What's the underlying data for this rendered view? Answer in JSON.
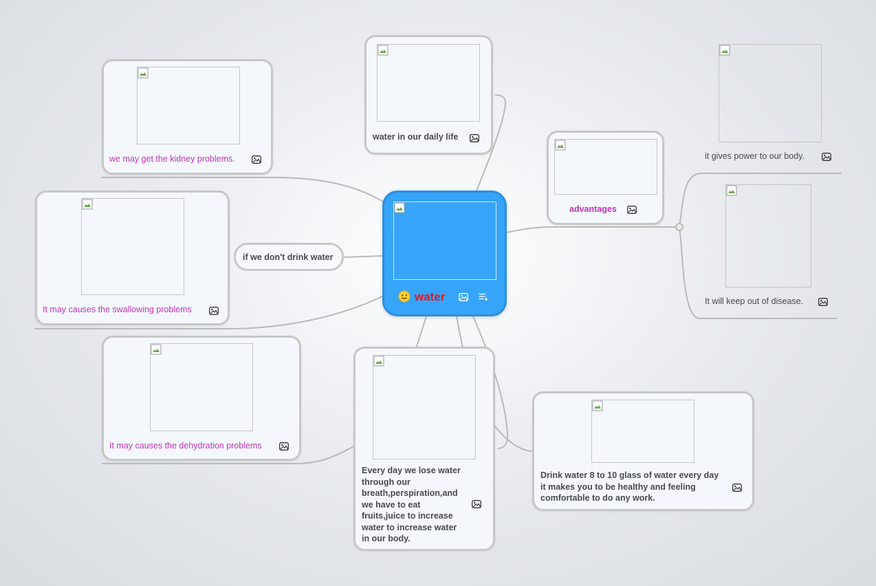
{
  "central": {
    "title": "water",
    "emoji_icon": "smiley-face-icon"
  },
  "topics": {
    "daily_life": "water in our daily life",
    "advantages": "advantages",
    "if_not_drink": "if we don't drink water",
    "lose_water": "Every day we lose water through our breath,perspiration,and we have to eat fruits,juice to increase water to increase water in our body.",
    "drink_amount": "Drink water 8 to 10 glass of water every day it makes you to be healthy and feeling comfortable to do any work."
  },
  "subtopics": {
    "kidney": "we may get the kidney problems.",
    "swallowing": "It may causes the swallowing problems",
    "dehydration": "It may causes the dehydration problems",
    "power": "it gives power to our body.",
    "disease": "It will keep out of disease."
  },
  "colors": {
    "central_fill": "#36a4f8",
    "central_title": "#e51520",
    "pink_text": "#c233b6",
    "line": "#b9b9b9"
  }
}
